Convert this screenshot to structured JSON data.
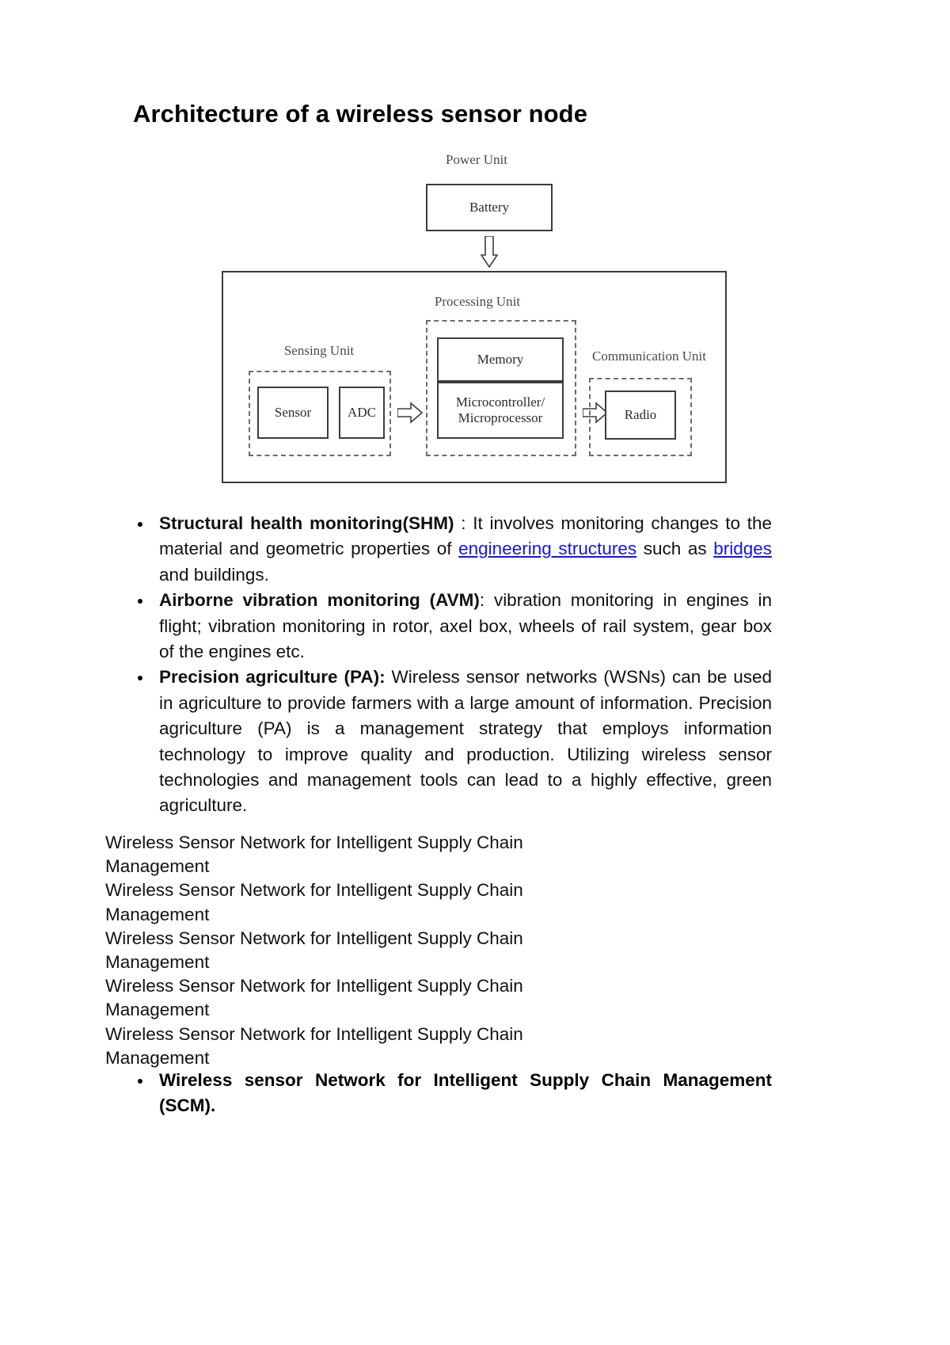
{
  "document": {
    "title": "Architecture of a wireless sensor node"
  },
  "figure": {
    "name": "wireless-sensor-node-architecture",
    "power_unit_label": "Power Unit",
    "battery_label": "Battery",
    "processing_unit_label": "Processing Unit",
    "sensing_unit_label": "Sensing Unit",
    "communication_unit_label": "Communication Unit",
    "sensor_label": "Sensor",
    "adc_label": "ADC",
    "memory_label": "Memory",
    "microcontroller_line1": "Microcontroller/",
    "microcontroller_line2": "Microprocessor",
    "radio_label": "Radio",
    "arrow_down": "down-arrow",
    "arrow_right_1": "right-arrow",
    "arrow_right_2": "right-arrow"
  },
  "bullets": [
    {
      "id": "shm",
      "bold_lead": "Structural health monitoring",
      "bold_abbrev": "(SHM)",
      "text_1": " : It involves monitoring changes to the material and geometric properties of ",
      "link_1": "engineering structures",
      "text_2": " such as ",
      "link_2": "bridges",
      "text_3": " and buildings."
    },
    {
      "id": "avm",
      "bold_lead": "Airborne vibration monitoring (AVM)",
      "text_1": ": vibration monitoring in engines in flight; vibration monitoring in rotor, axel box, wheels of rail system, gear box of the engines etc."
    },
    {
      "id": "pa",
      "bold_lead": "Precision agriculture (PA):",
      "text_1": " Wireless sensor networks (WSNs) can be used in agriculture to provide farmers with a large amount of information. Precision agriculture (PA) is a management strategy that employs information technology to improve quality and production. Utilizing wireless sensor technologies and management tools can lead to a highly effective, green agriculture."
    }
  ],
  "repeated_block": {
    "line": "Wireless Sensor Network for Intelligent Supply Chain Management",
    "lines": [
      "Wireless Sensor Network for Intelligent Supply Chain Management",
      "Wireless Sensor Network for Intelligent Supply Chain Management",
      "Wireless Sensor Network for Intelligent Supply Chain Management",
      "Wireless Sensor Network for Intelligent Supply Chain Management",
      "Wireless Sensor Network for Intelligent Supply Chain Management"
    ]
  },
  "final_bullet": {
    "text": "Wireless sensor Network for Intelligent Supply Chain Management (SCM)."
  },
  "colors": {
    "link": "#1414EF",
    "text": "#111111",
    "figure_stroke": "#3D3D3D",
    "figure_dashed": "#6B6B6B",
    "page_background": "#FFFFFF"
  }
}
